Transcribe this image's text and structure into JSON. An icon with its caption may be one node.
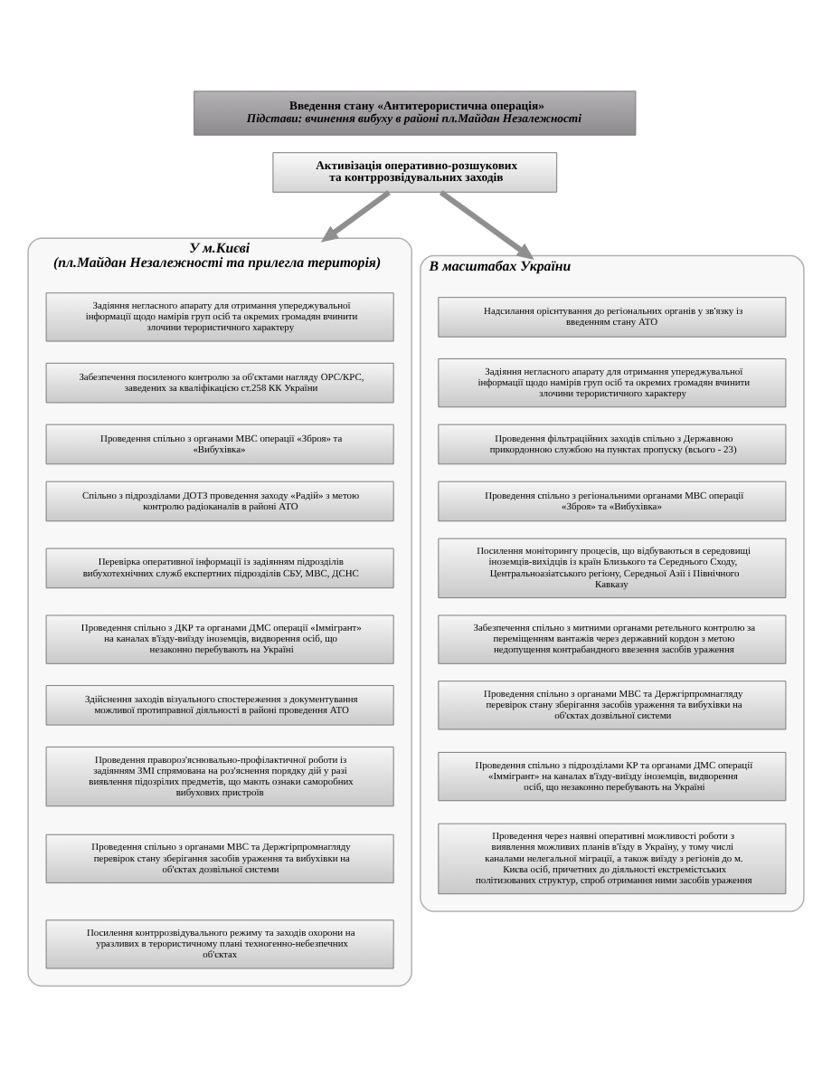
{
  "diagram": {
    "nodes": [
      {
        "text": [
          "Введення стану «Антитерористична операція»",
          "Підстави: вчинення вибуху в районі пл.Майдан Незалежності"
        ]
      },
      {
        "text": [
          "Активізація оперативно-розшукових та контррозвідувальних заходів"
        ]
      },
      {
        "text": [
          "У м.Києві",
          "(пл.Майдан Незалежності та прилегла територія)"
        ]
      },
      {
        "text": [
          "Задіяння негласного апарату для отримання упереджувальної інформації щодо намірів груп осіб та окремих громадян вчинити злочини терористичного характеру"
        ],
        "in": 2
      },
      {
        "text": [
          "Забезпечення посиленого контролю за об'єктами нагляду ОРС/КРС, заведених за кваліфікацією ст.258 КК України"
        ],
        "in": 2
      },
      {
        "text": [
          "Проведення спільно з органами МВС операції «Зброя» та «Вибухівка»"
        ],
        "in": 2
      },
      {
        "text": [
          "Спільно з підрозділами ДОТЗ проведення заходу «Радій» з метою контролю радіоканалів в районі АТО"
        ],
        "in": 2
      },
      {
        "text": [
          "Перевірка оперативної інформації із задіянням підрозділів вибухотехнічних служб експертних підрозділів СБУ, МВС, ДСНС"
        ],
        "in": 2
      },
      {
        "text": [
          "Проведення спільно з ДКР та органами ДМС операції «Іммігрант» на каналах в'їзду-виїзду іноземців, видворення осіб, що незаконно перебувають на Україні"
        ],
        "in": 2
      },
      {
        "text": [
          "Здійснення заходів візуального спостереження з документування можливої протиправної діяльності в районі проведення АТО"
        ],
        "in": 2
      },
      {
        "text": [
          "Проведення правороз'яснювально-профілактичної роботи із задіянням ЗМІ спрямована на роз'яснення порядку дій у разі виявлення підозрілих предметів, що мають ознаки саморобних вибухових пристроїв"
        ],
        "in": 2
      },
      {
        "text": [
          "Проведення спільно з органами МВС та Держгірпромнагляду перевірок стану зберігання засобів ураження та вибухівки на об'єктах дозвільної системи"
        ],
        "in": 2
      },
      {
        "text": [
          "Посилення контррозвідувального режиму та заходів охорони на уразливих в терористичному плані техногенно-небезпечних об'єктах"
        ],
        "in": 2
      },
      {
        "text": [
          "В масштабах України"
        ]
      },
      {
        "text": [
          "Надсилання орієнтування до регіональних органів у зв'язку із введенням стану АТО"
        ],
        "in": 13
      },
      {
        "text": [
          "Задіяння негласного апарату для отримання упереджувальної інформації щодо намірів груп осіб та окремих громадян вчинити злочини терористичного характеру"
        ],
        "in": 13
      },
      {
        "text": [
          "Проведення фільтраційних заходів спільно з Державною прикордонною службою на пунктах пропуску (всього - 23)"
        ],
        "in": 13
      },
      {
        "text": [
          "Проведення спільно з регіональними органами МВС операції «Зброя» та «Вибухівка»"
        ],
        "in": 13
      },
      {
        "text": [
          "Посилення моніторингу процесів, що відбуваються в середовищі іноземців-вихідців із країн Близького та Середнього Сходу, Центральноазіатського регіону, Середньої Азії і Північного Кавказу"
        ],
        "in": 13
      },
      {
        "text": [
          "Забезпечення спільно з митними органами ретельного контролю за переміщенням вантажів через державний кордон з метою недопущення контрабандного ввезення засобів ураження"
        ],
        "in": 13
      },
      {
        "text": [
          "Проведення спільно з органами МВС та Держгірпромнагляду перевірок стану зберігання засобів ураження та вибухівки на об'єктах дозвільної системи"
        ],
        "in": 13
      },
      {
        "text": [
          "Проведення спільно з підрозділами КР та органами ДМС операції «Іммігрант» на каналах в'їзду-виїзду іноземців, видворення осіб, що незаконно перебувають на Україні"
        ],
        "in": 13
      },
      {
        "text": [
          "Проведення через наявні оперативні можливості роботи з виявлення можливих планів в'їзду в Україну, у тому числі каналами нелегальної міграції, а також виїзду з регіонів до м. Києва осіб, причетних до діяльності екстремістських політизованих структур, спроб отримання ними засобів ураження"
        ],
        "in": 13
      }
    ],
    "edges": [
      {
        "from": 1,
        "to": 2,
        "arrow": "to"
      },
      {
        "from": 1,
        "to": 13,
        "arrow": "to"
      }
    ]
  }
}
